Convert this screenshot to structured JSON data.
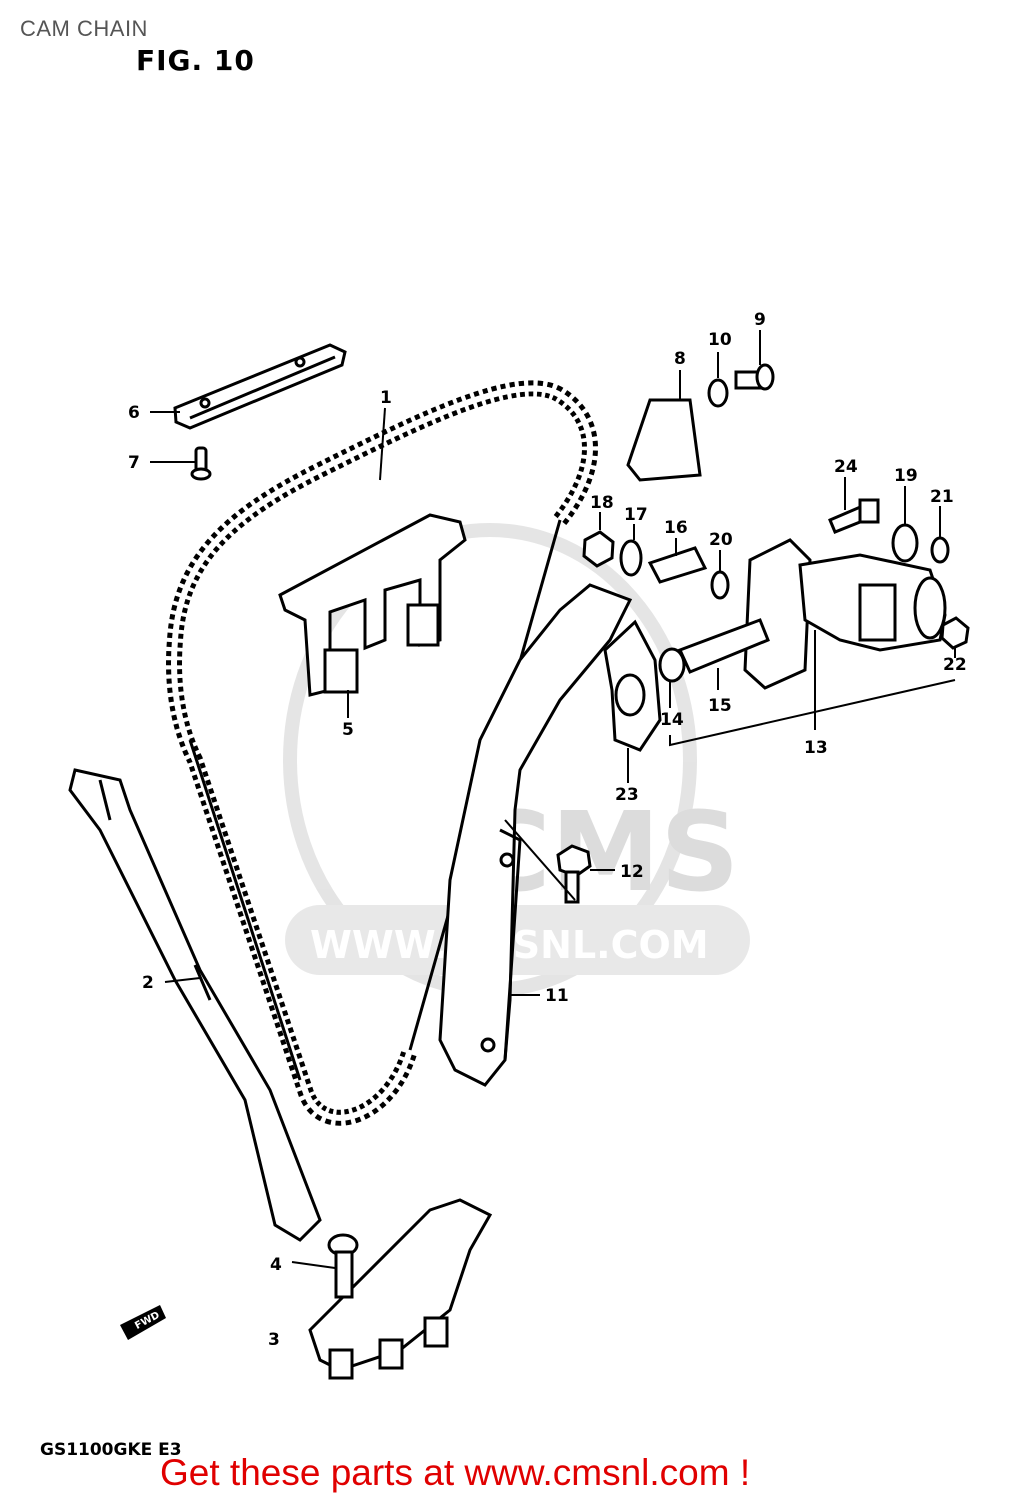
{
  "header": {
    "title": "CAM CHAIN"
  },
  "figure": {
    "label": "FIG. 10",
    "model_code": "GS1100GKE E3",
    "direction_marker": "FWD"
  },
  "watermark": {
    "line1": "CMS",
    "line2": "WWW.CMSNL.COM"
  },
  "callouts": [
    "1",
    "2",
    "3",
    "4",
    "5",
    "6",
    "7",
    "8",
    "9",
    "10",
    "11",
    "12",
    "13",
    "14",
    "15",
    "16",
    "17",
    "18",
    "19",
    "20",
    "21",
    "22",
    "23",
    "24"
  ],
  "footer": {
    "link_text": "Get these parts at www.cmsnl.com !"
  },
  "colors": {
    "link": "#e00000",
    "watermark": "#d9d9d9",
    "line": "#000000"
  }
}
